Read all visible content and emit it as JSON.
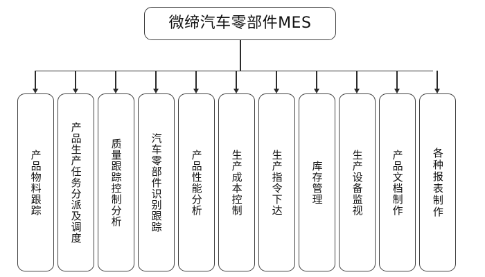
{
  "diagram": {
    "type": "org-tree",
    "background_color": "#ffffff",
    "line_color": "#2b2b2b",
    "box_border_color": "#3d3d3d",
    "text_color": "#111111",
    "root": {
      "label": "微缔汽车零部件MES"
    },
    "nodes": [
      {
        "label": "产品物料跟踪",
        "spacing": "normal"
      },
      {
        "label": "产品生产任务分派及调度",
        "spacing": "normal"
      },
      {
        "label": "质量跟踪控制分析",
        "spacing": "normal"
      },
      {
        "label": "汽车零部件识别跟踪",
        "spacing": "normal"
      },
      {
        "label": "产品性能分析",
        "spacing": "normal"
      },
      {
        "label": "生产成本控制",
        "spacing": "normal"
      },
      {
        "label": "生产指令下达",
        "spacing": "normal"
      },
      {
        "label": "库存管理",
        "spacing": "normal"
      },
      {
        "label": "生产设备监视",
        "spacing": "normal"
      },
      {
        "label": "产品文档制作",
        "spacing": "normal"
      },
      {
        "label": "各种报表制作",
        "spacing": "loose"
      }
    ]
  }
}
